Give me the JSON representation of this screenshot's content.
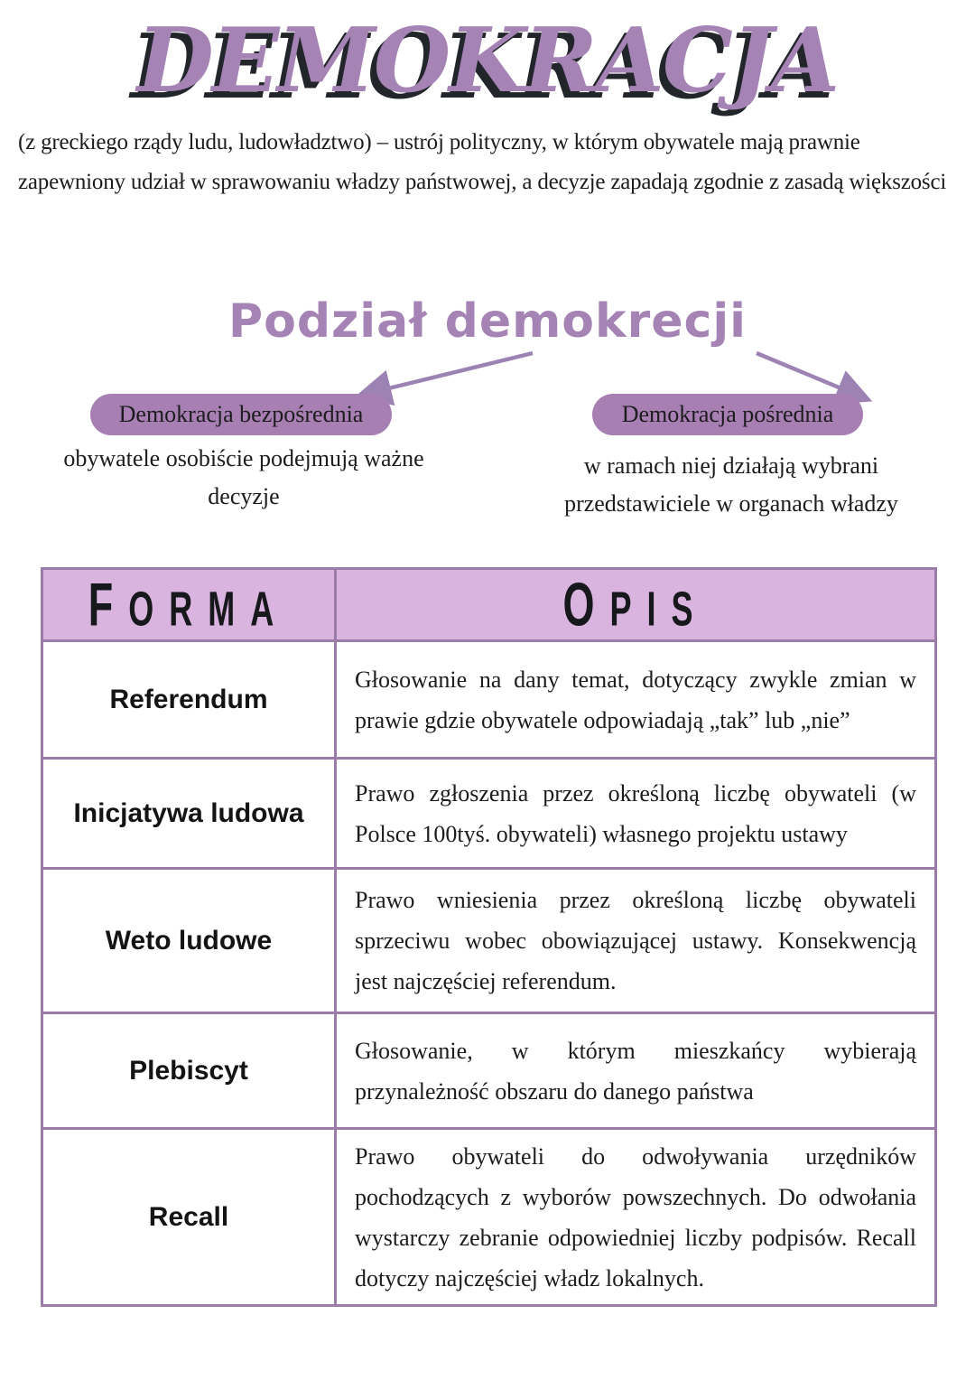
{
  "page": {
    "title": "DEMOKRACJA",
    "definition": "(z greckiego rządy ludu, ludowładztwo) – ustrój polityczny, w którym obywatele mają prawnie zapewniony udział w sprawowaniu władzy państwowej, a decyzje zapadają zgodnie z zasadą większości"
  },
  "division": {
    "title": "Podział demokrecji",
    "left": {
      "label": "Demokracja bezpośrednia",
      "description": "obywatele osobiście podejmują ważne decyzje"
    },
    "right": {
      "label": "Demokracja pośrednia",
      "description": "w ramach niej działają wybrani przedstawiciele w organach władzy"
    }
  },
  "table": {
    "headers": [
      "FORMA",
      "OPIS"
    ],
    "rows": [
      {
        "forma": "Referendum",
        "opis": "Głosowanie na dany temat, dotyczący zwykle zmian w prawie gdzie obywatele odpowiadają „tak”  lub „nie”"
      },
      {
        "forma": "Inicjatywa ludowa",
        "opis": "Prawo zgłoszenia przez określoną liczbę obywateli (w Polsce 100tyś. obywateli)  własnego projektu ustawy"
      },
      {
        "forma": "Weto ludowe",
        "opis": "Prawo wniesienia przez określoną liczbę obywateli sprzeciwu wobec obowiązującej ustawy. Konsekwencją jest najczęściej referendum."
      },
      {
        "forma": "Plebiscyt",
        "opis": "Głosowanie, w którym mieszkańcy wybierają przynależność obszaru do danego państwa"
      },
      {
        "forma": "Recall",
        "opis": "Prawo obywateli do odwoływania urzędników pochodzących z wyborów powszechnych. Do odwołania wystarczy zebranie odpowiedniej liczby podpisów. Recall dotyczy najczęściej władz lokalnych."
      }
    ]
  },
  "colors": {
    "accent": "#a583b4",
    "title_shadow": "#22262b",
    "pill": "#a87fb2",
    "arrow": "#9d82b4",
    "table_border": "#9b7ca8",
    "header_bg": "#d9b4de",
    "text_dark": "#1c1c1e"
  }
}
